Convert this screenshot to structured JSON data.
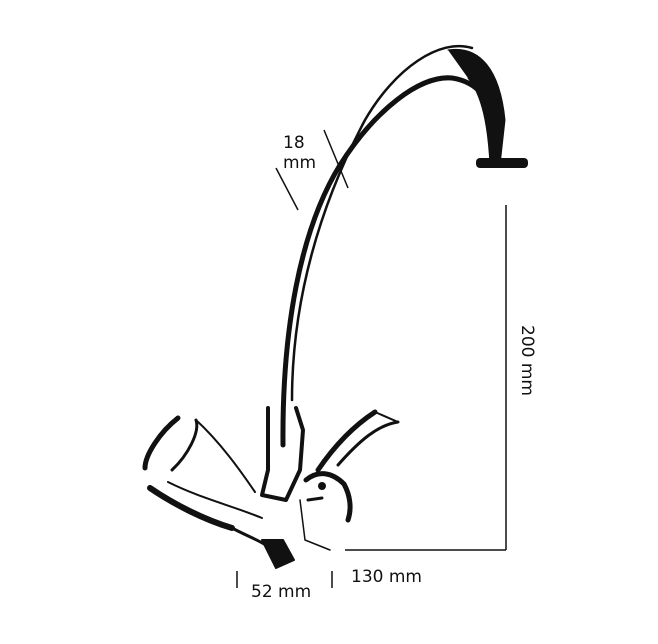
{
  "dimensions": {
    "pipe_diameter": {
      "value": "18",
      "unit": "mm"
    },
    "height": "200 mm",
    "base_width": "52 mm",
    "reach": "130 mm"
  },
  "colors": {
    "line": "#111111",
    "background": "#ffffff"
  }
}
